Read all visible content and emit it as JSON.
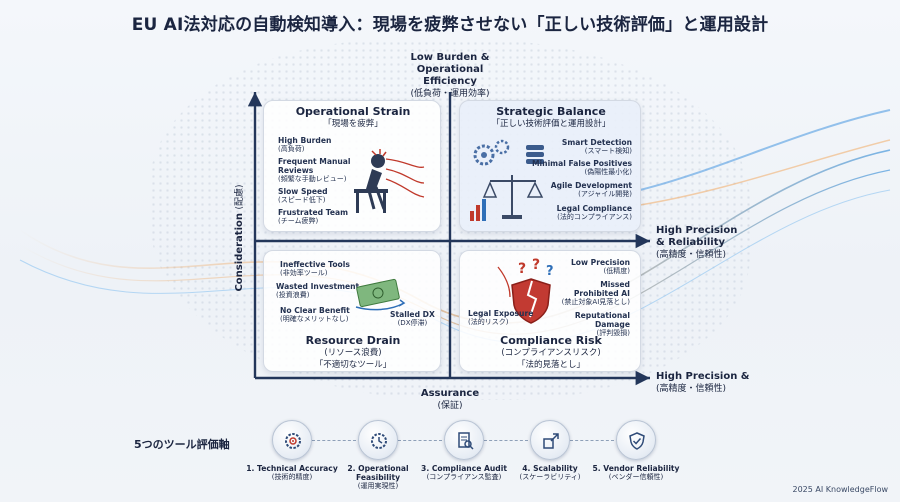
{
  "title": "EU AI法対応の自動検知導入：現場を疲弊させない「正しい技術評価」と運用設計",
  "axes": {
    "top": {
      "label": "Low Burden &",
      "label2": "Operational Efficiency",
      "sub": "(低負荷・運用効率)"
    },
    "left": {
      "label": "Consideration",
      "sub": "(配慮)"
    },
    "right_mid": {
      "label": "High Precision",
      "label2": "& Reliability",
      "sub": "(高精度・信頼性)"
    },
    "right_bottom": {
      "label": "High Precision &",
      "sub": "(高精度・信頼性)"
    },
    "bottom": {
      "label": "Assurance",
      "sub": "(保証)"
    }
  },
  "quadrants": {
    "operational_strain": {
      "title": "Operational Strain",
      "subtitle": "「現場を疲弊」",
      "items": [
        {
          "en": "High Burden",
          "jp": "(高負荷)"
        },
        {
          "en": "Frequent Manual",
          "en2": "Reviews",
          "jp": "(頻繁な手動レビュー)"
        },
        {
          "en": "Slow Speed",
          "jp": "(スピード低下)"
        },
        {
          "en": "Frustrated Team",
          "jp": "(チーム疲弊)"
        }
      ]
    },
    "strategic_balance": {
      "title": "Strategic Balance",
      "subtitle": "「正しい技術評価と運用設計」",
      "items": [
        {
          "en": "Smart Detection",
          "jp": "(スマート検知)"
        },
        {
          "en": "Minimal False Positives",
          "jp": "(偽陽性最小化)"
        },
        {
          "en": "Agile Development",
          "jp": "(アジャイル開発)"
        },
        {
          "en": "Legal Compliance",
          "jp": "(法的コンプライアンス)"
        }
      ]
    },
    "resource_drain": {
      "title": "Resource Drain",
      "subtitle": "(リソース浪費)",
      "subtitle2": "「不適切なツール」",
      "items": [
        {
          "en": "Ineffective Tools",
          "jp": "(非効率ツール)"
        },
        {
          "en": "Wasted Investment",
          "jp": "(投資浪費)"
        },
        {
          "en": "No Clear Benefit",
          "jp": "(明確なメリットなし)"
        },
        {
          "en": "Stalled DX",
          "jp": "(DX停滞)"
        }
      ]
    },
    "compliance_risk": {
      "title": "Compliance Risk",
      "subtitle": "(コンプライアンスリスク)",
      "subtitle2": "「法的見落とし」",
      "items": [
        {
          "en": "Low Precision",
          "jp": "(低精度)"
        },
        {
          "en": "Missed",
          "en2": "Prohibited AI",
          "jp": "(禁止対象AI見落とし)"
        },
        {
          "en": "Reputational",
          "en2": "Damage",
          "jp": "(評判毀損)"
        },
        {
          "en": "Legal Exposure",
          "jp": "(法的リスク)"
        }
      ]
    }
  },
  "evaluation": {
    "title": "5つのツール評価軸",
    "axes": [
      {
        "en": "1. Technical Accuracy",
        "jp": "(技術的精度)",
        "icon": "target-gear-icon"
      },
      {
        "en": "2. Operational",
        "en2": "Feasibility",
        "jp": "(運用実現性)",
        "icon": "gear-clock-icon"
      },
      {
        "en": "3. Compliance Audit",
        "jp": "(コンプライアンス監査)",
        "icon": "audit-document-icon"
      },
      {
        "en": "4. Scalability",
        "jp": "(スケーラビリティ)",
        "icon": "scale-up-icon"
      },
      {
        "en": "5. Vendor Reliability",
        "jp": "(ベンダー信頼性)",
        "icon": "shield-check-icon"
      }
    ]
  },
  "footer": "2025 AI KnowledgeFlow",
  "colors": {
    "axis": "#23365a",
    "accent": "#c0392b",
    "blue": "#2f6fb8"
  }
}
